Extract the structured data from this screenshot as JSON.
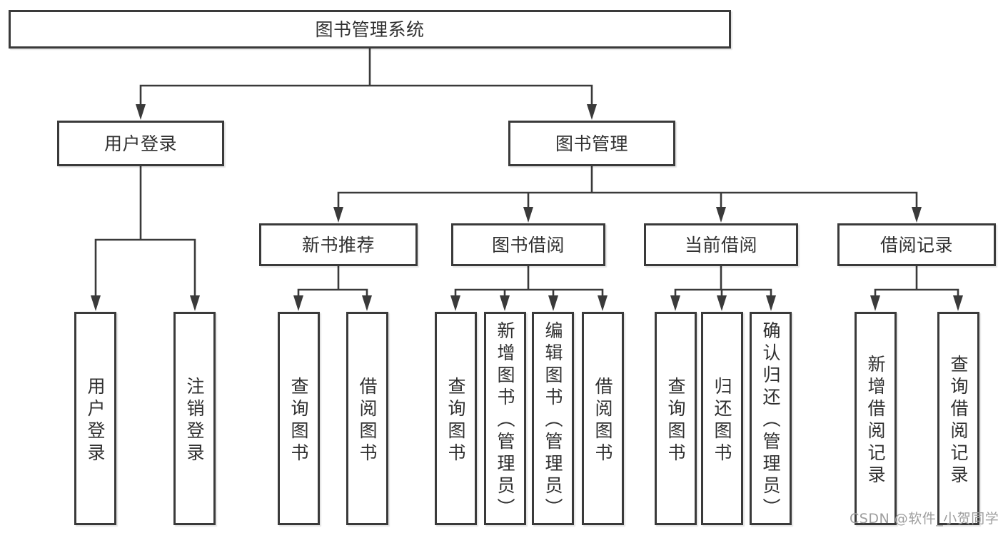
{
  "colors": {
    "line": "#3a3a3a",
    "text": "#303030",
    "watermark": "#9e9e9e",
    "background": "#ffffff"
  },
  "tree": {
    "root": "图书管理系统",
    "level2": {
      "login": "用户登录",
      "manage": "图书管理"
    },
    "level3": {
      "new_books": "新书推荐",
      "borrow": "图书借阅",
      "current": "当前借阅",
      "records": "借阅记录"
    },
    "leaves": {
      "login": [
        "用户登录",
        "注销登录"
      ],
      "new_books": [
        "查询图书",
        "借阅图书"
      ],
      "borrow": [
        "查询图书",
        "新增图书（管理员）",
        "编辑图书（管理员）",
        "借阅图书"
      ],
      "current": [
        "查询图书",
        "归还图书",
        "确认归还（管理员）"
      ],
      "records": [
        "新增借阅记录",
        "查询借阅记录"
      ]
    }
  },
  "watermark": "CSDN @软件_小贺同学"
}
